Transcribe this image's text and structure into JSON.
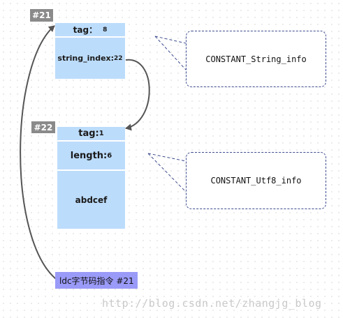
{
  "entry21": {
    "id_label": "#21",
    "tag_label": "tag：",
    "tag_value": "8",
    "string_index_label": "string_index:",
    "string_index_value": "22",
    "note": "CONSTANT_String_info"
  },
  "entry22": {
    "id_label": "#22",
    "tag_label": "tag:",
    "tag_value": "1",
    "length_label": "length:",
    "length_value": "6",
    "bytes": "abdcef",
    "note": "CONSTANT_Utf8_info"
  },
  "instruction": "ldc字节码指令 #21",
  "watermark": "http://blog.csdn.net/zhangjg_blog",
  "colors": {
    "cell_fill": "#bcdcfb",
    "id_label_fill": "#8a8a8a",
    "instruction_fill": "#9a9af8",
    "note_border": "#3b4a8c",
    "arrow": "#555555"
  }
}
